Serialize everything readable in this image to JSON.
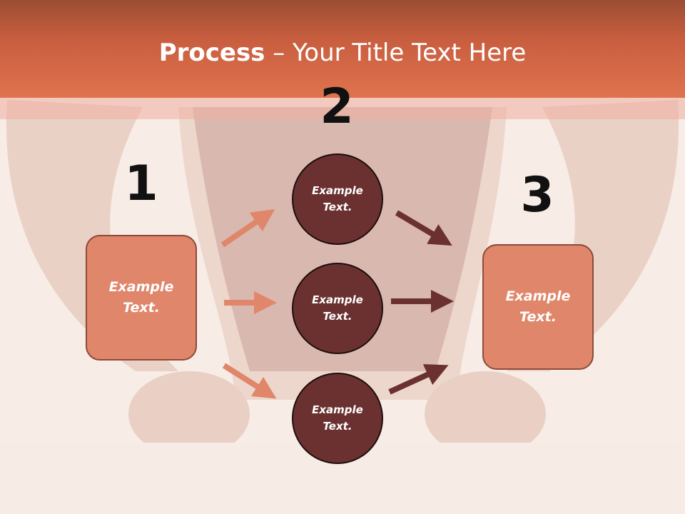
{
  "title": {
    "bold": "Process",
    "rest": " – Your Title Text Here"
  },
  "steps": {
    "one": "1",
    "two": "2",
    "three": "3"
  },
  "boxes": {
    "left": "Example Text.",
    "right": "Example Text."
  },
  "circles": {
    "top": "Example Text.",
    "middle": "Example Text.",
    "bottom": "Example Text."
  },
  "colors": {
    "header": "#e0734f",
    "box_fill": "#e0866a",
    "circle_fill": "#6a3130",
    "arrow_light": "#e0866a",
    "arrow_dark": "#6a3130"
  }
}
